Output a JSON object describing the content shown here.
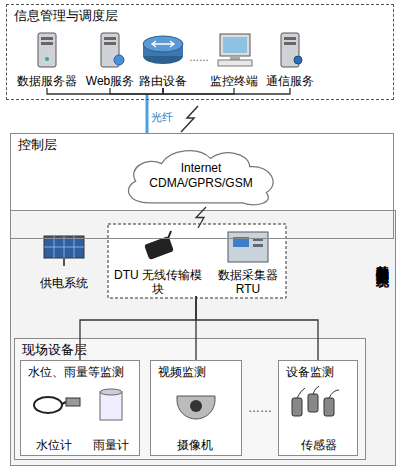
{
  "diagram": {
    "nodes": [
      {
        "text": [
          "信息管理与调度层"
        ]
      },
      {
        "text": [
          "数据服务器"
        ],
        "in": 0
      },
      {
        "text": [
          "Web服务"
        ],
        "in": 0
      },
      {
        "text": [
          "路由设备"
        ],
        "in": 0
      },
      {
        "text": [
          "监控终端"
        ],
        "in": 0
      },
      {
        "text": [
          "通信服务"
        ],
        "in": 0
      },
      {
        "text": [
          "控制层"
        ]
      },
      {
        "text": [
          "Internet CDMA/GPRS/GSM"
        ],
        "in": 6
      },
      {
        "text": [
          "基础数据监测子系统"
        ]
      },
      {
        "text": [
          "供电系统"
        ],
        "in": 8
      },
      {
        "text": [
          "DTU 无线传输模块"
        ],
        "in": 8
      },
      {
        "text": [
          "数据采集器 RTU"
        ],
        "in": 8
      },
      {
        "text": [
          "现场设备层"
        ],
        "in": 8
      },
      {
        "text": [
          "水位、雨量等监测"
        ],
        "in": 12
      },
      {
        "text": [
          "水位计"
        ],
        "in": 13
      },
      {
        "text": [
          "雨量计"
        ],
        "in": 13
      },
      {
        "text": [
          "视频监测"
        ],
        "in": 12
      },
      {
        "text": [
          "摄像机"
        ],
        "in": 16
      },
      {
        "text": [
          "设备监测"
        ],
        "in": 12
      },
      {
        "text": [
          "传感器"
        ],
        "in": 18
      }
    ],
    "edges": [
      {
        "from": 1,
        "to": 3,
        "arrow": "none"
      },
      {
        "from": 2,
        "to": 3,
        "arrow": "none"
      },
      {
        "from": 4,
        "to": 3,
        "arrow": "none"
      },
      {
        "from": 5,
        "to": 3,
        "arrow": "none"
      },
      {
        "from": 0,
        "to": 6,
        "label": "光纤",
        "arrow": "none"
      },
      {
        "from": 7,
        "to": 10,
        "arrow": "none"
      },
      {
        "from": 10,
        "to": 13,
        "arrow": "none"
      },
      {
        "from": 10,
        "to": 16,
        "arrow": "none"
      },
      {
        "from": 10,
        "to": 18,
        "arrow": "none"
      }
    ],
    "labels": [
      "……",
      "……"
    ]
  }
}
